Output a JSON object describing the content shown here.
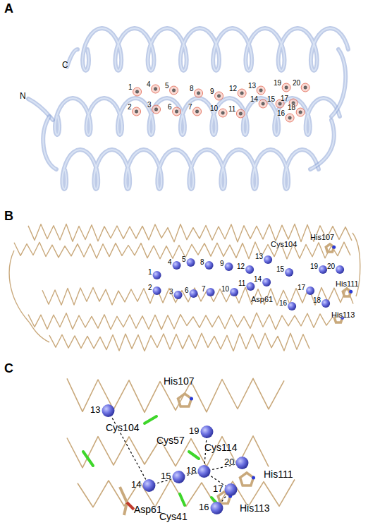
{
  "diagram": {
    "labels": [
      "A",
      "C",
      "N",
      "1",
      "4",
      "2",
      "3",
      "5",
      "6",
      "8",
      "7",
      "9",
      "10",
      "12",
      "11",
      "13",
      "14",
      "15",
      "19",
      "20",
      "17",
      "18",
      "16",
      "B",
      "His107",
      "1",
      "4",
      "5",
      "8",
      "9",
      "12",
      "13",
      "Cys104",
      "15",
      "19",
      "20",
      "His111",
      "2",
      "3",
      "6",
      "7",
      "10",
      "11",
      "14",
      "Asp61",
      "16",
      "17",
      "18",
      "His113",
      "C",
      "His107",
      "13",
      "Cys104",
      "Cys57",
      "19",
      "Cys114",
      "20",
      "His111",
      "14",
      "15",
      "18",
      "17",
      "Asp61",
      "16",
      "Cys41",
      "His113"
    ]
  }
}
